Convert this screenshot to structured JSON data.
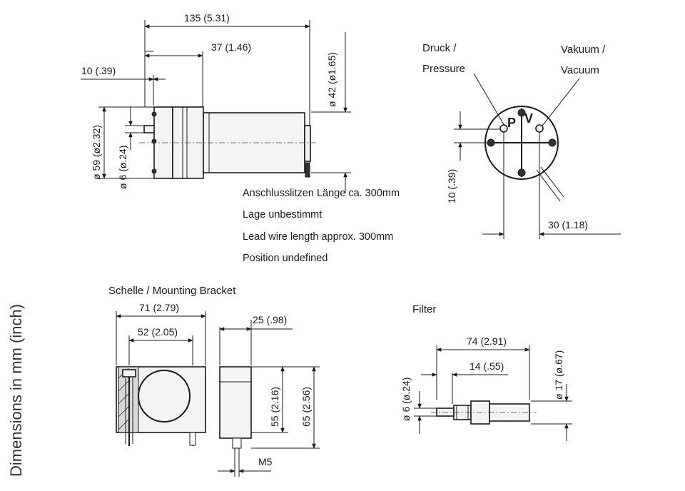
{
  "side_caption": "Dimensions in mm (inch)",
  "pump_side": {
    "dim_length_total": "135  (5.31)",
    "dim_head_length": "37  (1.46)",
    "dim_port_length": "10  (.39)",
    "dim_motor_diameter": "ø 42  (ø1.65)",
    "dim_head_diameter": "ø 59  (ø2.32)",
    "dim_port_diameter": "ø 6  (ø.24)",
    "notes": [
      "Anschlusslitzen Länge ca. 300mm",
      "Lage unbestimmt",
      "Lead wire length approx. 300mm",
      "Position undefined"
    ]
  },
  "pump_front": {
    "label_pressure_line1": "Druck /",
    "label_pressure_line2": "Pressure",
    "label_vacuum_line1": "Vakuum /",
    "label_vacuum_line2": "Vacuum",
    "port_p": "P",
    "port_v": "V",
    "dim_port_offset": "10  (.39)",
    "dim_port_spacing": "30  (1.18)"
  },
  "bracket": {
    "title": "Schelle / Mounting Bracket",
    "dim_width": "71 (2.79)",
    "dim_hole_spacing": "52 (2.05)",
    "dim_depth": "25 (.98)",
    "dim_height_inner": "55 (2.16)",
    "dim_height_total": "65 (2.56)",
    "dim_thread": "M5"
  },
  "filter": {
    "title": "Filter",
    "dim_length": "74 (2.91)",
    "dim_nozzle": "14 (.55)",
    "dim_nozzle_diameter": "ø 6  (ø.24)",
    "dim_body_diameter": "ø 17 (ø.67)"
  }
}
